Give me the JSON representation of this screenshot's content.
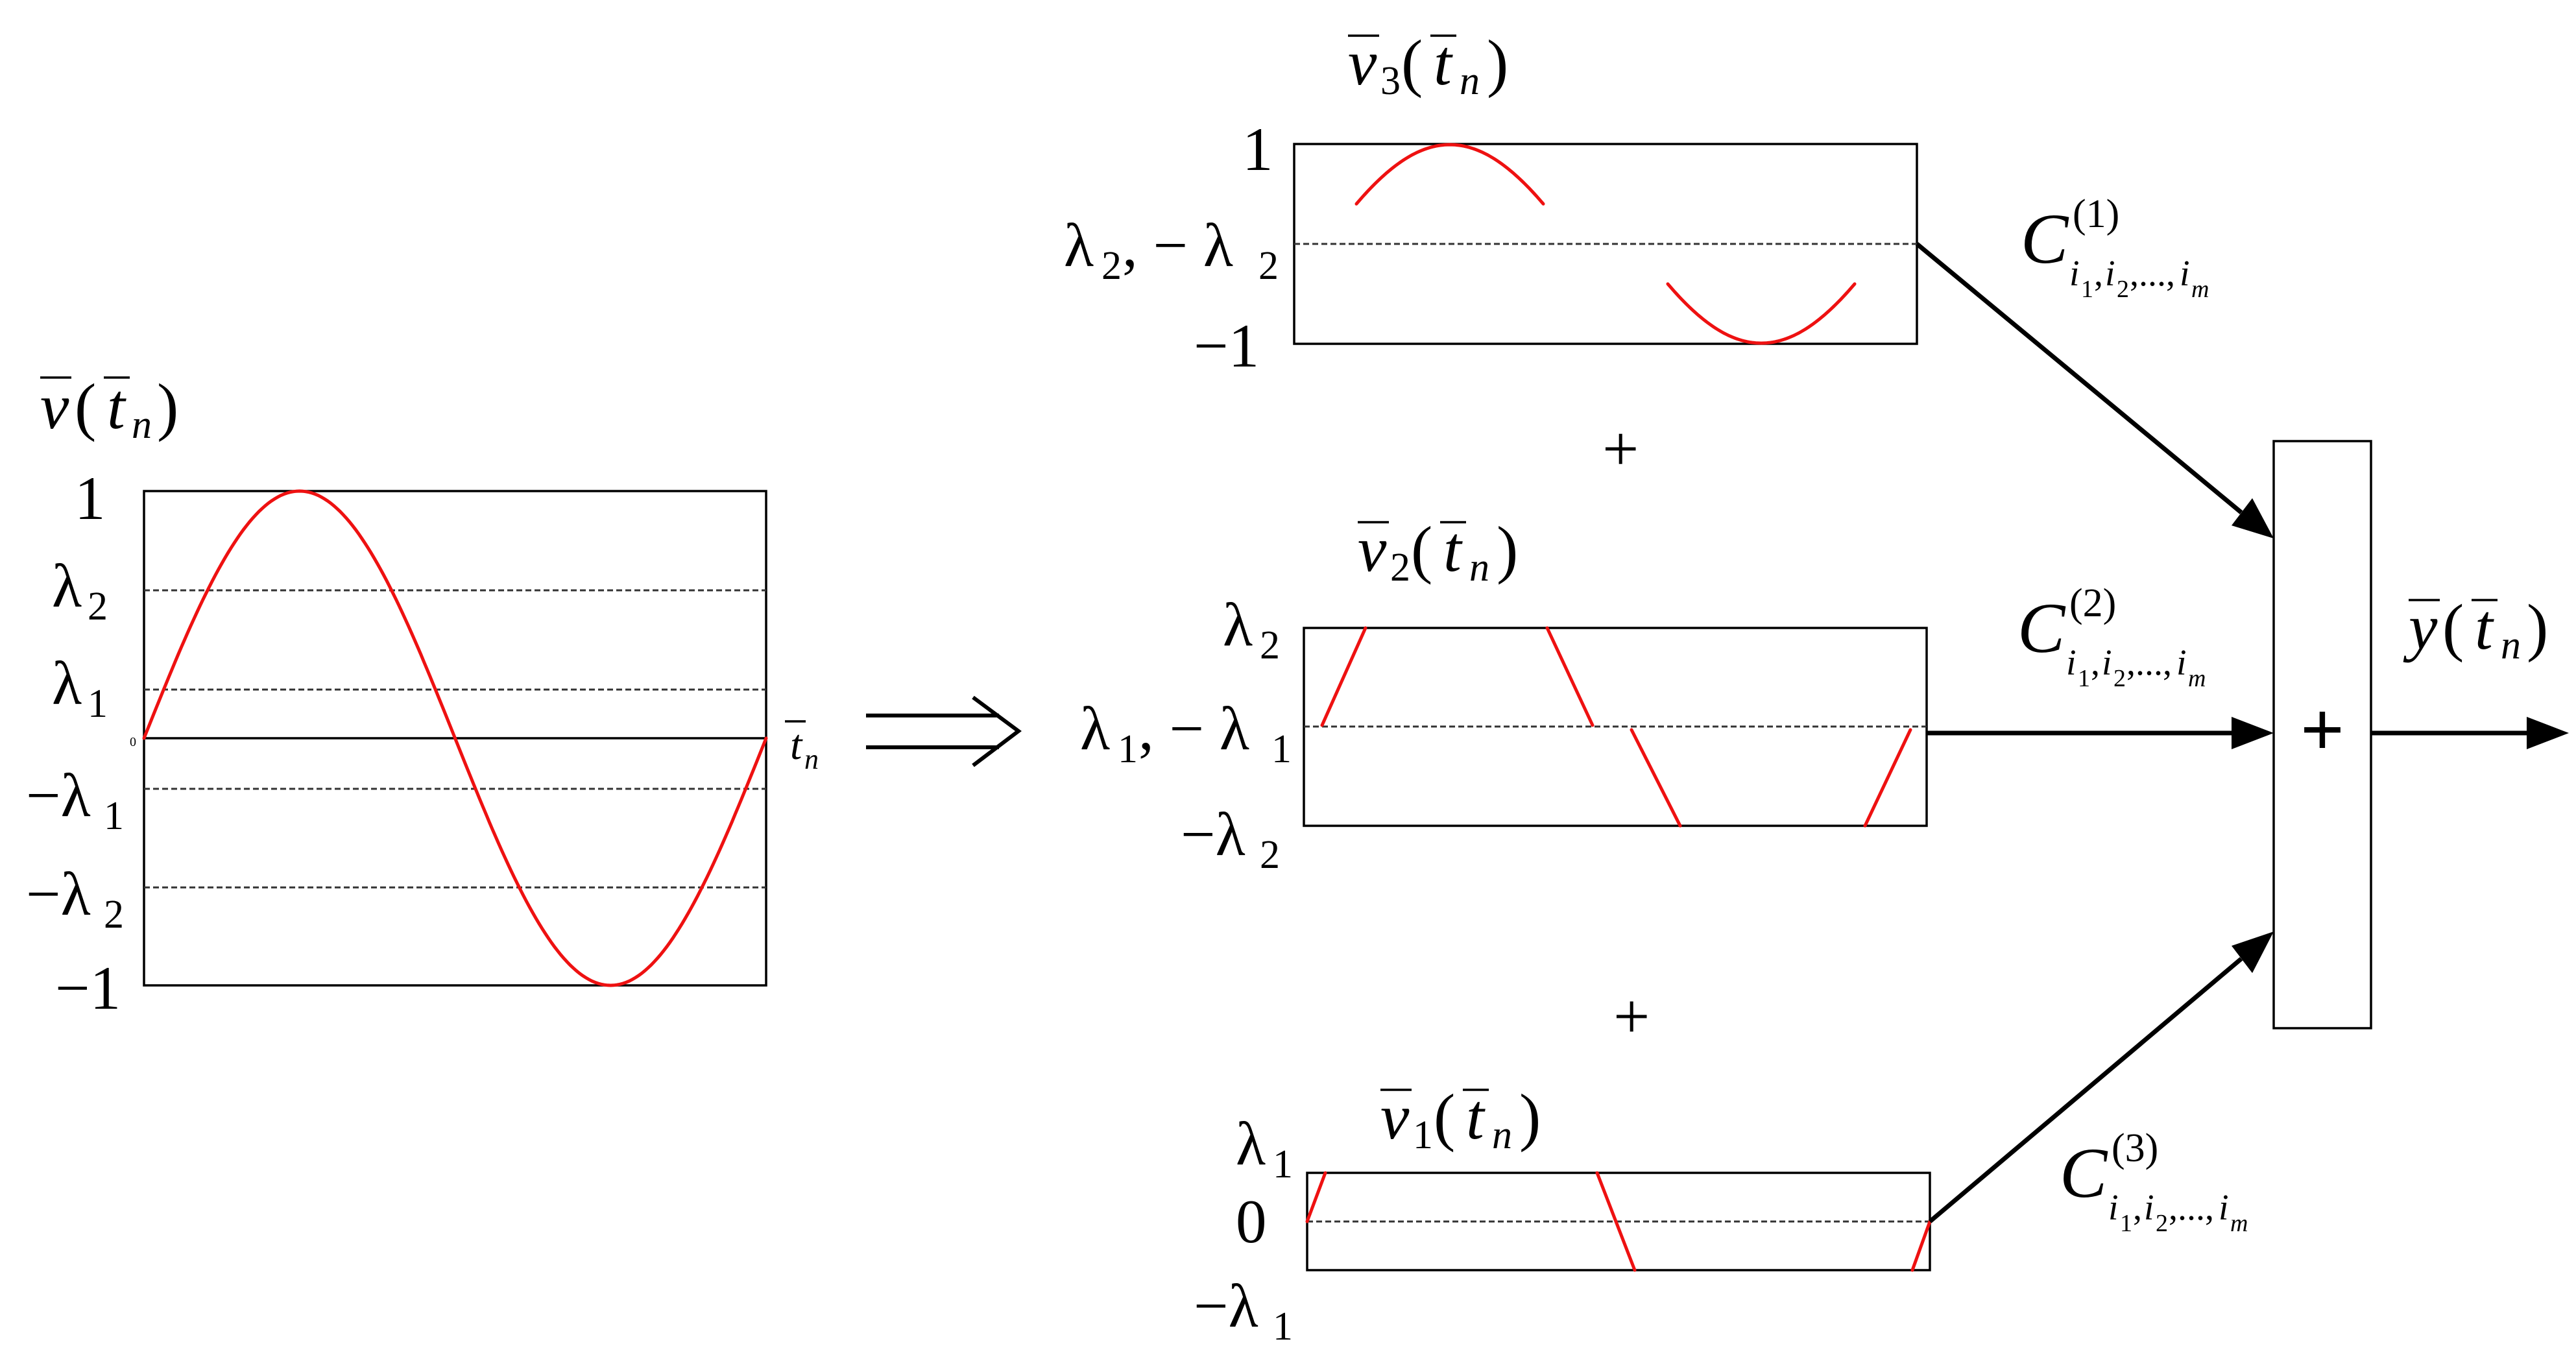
{
  "input": {
    "title_main": "v",
    "title_arg": "t",
    "title_sub": "n",
    "y_labels": {
      "top": "1",
      "l2": "λ",
      "l2_sub": "2",
      "l1": "λ",
      "l1_sub": "1",
      "zero": "0",
      "neg_l1": "−λ",
      "neg_l1_sub": "1",
      "neg_l2": "−λ",
      "neg_l2_sub": "2",
      "bottom": "−1"
    },
    "x_label": "t",
    "x_label_sub": "n"
  },
  "components": [
    {
      "id": "v3",
      "title_main": "v",
      "title_sub": "3",
      "title_arg": "t",
      "title_arg_sub": "n",
      "y_top": "1",
      "y_mid": "λ",
      "y_mid_sub": "2",
      "y_mid_neg": ", − λ",
      "y_mid_neg_sub": "2",
      "y_bottom": "−1",
      "coefficient": "C",
      "coefficient_sup": "(1)",
      "coefficient_sub": "i",
      "coefficient_sub_1": "1",
      "coefficient_sub_2": "2",
      "coefficient_sub_m": "m"
    },
    {
      "id": "v2",
      "title_main": "v",
      "title_sub": "2",
      "title_arg": "t",
      "title_arg_sub": "n",
      "y_top": "λ",
      "y_top_sub": "2",
      "y_mid": "λ",
      "y_mid_sub": "1",
      "y_mid_neg": ", − λ",
      "y_mid_neg_sub": "1",
      "y_bottom": "−λ",
      "y_bottom_sub": "2",
      "coefficient": "C",
      "coefficient_sup": "(2)",
      "coefficient_sub": "i",
      "coefficient_sub_1": "1",
      "coefficient_sub_2": "2",
      "coefficient_sub_m": "m"
    },
    {
      "id": "v1",
      "title_main": "v",
      "title_sub": "1",
      "title_arg": "t",
      "title_arg_sub": "n",
      "y_top": "λ",
      "y_top_sub": "1",
      "y_mid": "0",
      "y_bottom": "−λ",
      "y_bottom_sub": "1",
      "coefficient": "C",
      "coefficient_sup": "(3)",
      "coefficient_sub": "i",
      "coefficient_sub_1": "1",
      "coefficient_sub_2": "2",
      "coefficient_sub_m": "m"
    }
  ],
  "plus_signs": [
    "+",
    "+"
  ],
  "summer": {
    "symbol": "+"
  },
  "output": {
    "title_main": "y",
    "title_arg": "t",
    "title_sub": "n"
  },
  "colors": {
    "signal": "#ee1111",
    "lines": "#000000"
  }
}
